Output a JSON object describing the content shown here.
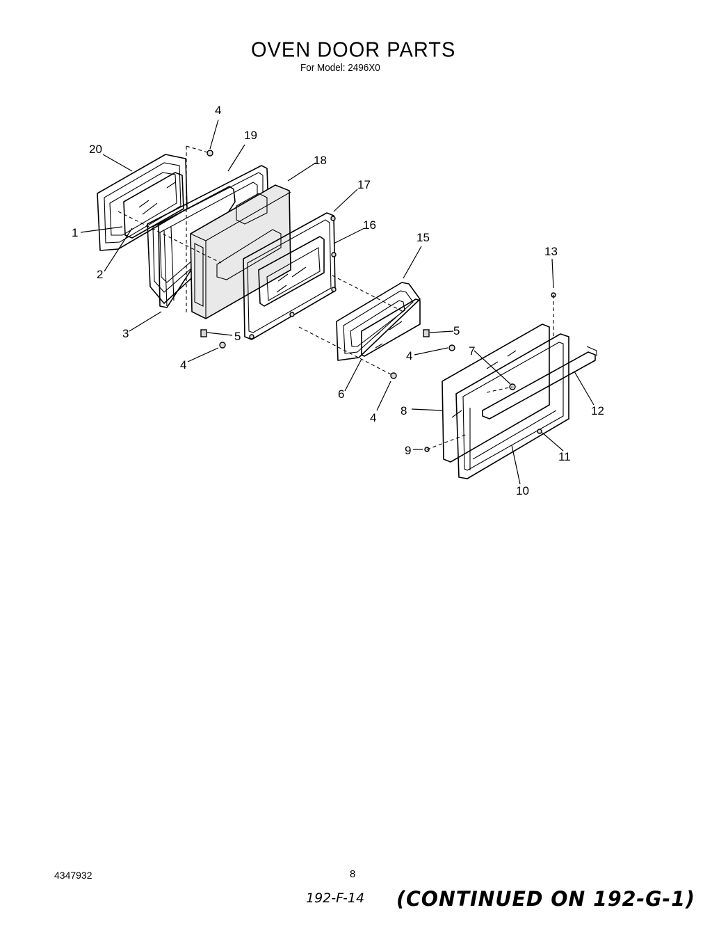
{
  "header": {
    "title": "OVEN DOOR PARTS",
    "subtitle": "For Model: 2496X0"
  },
  "callouts": [
    {
      "id": "c4a",
      "text": "4"
    },
    {
      "id": "c19",
      "text": "19"
    },
    {
      "id": "c20",
      "text": "20"
    },
    {
      "id": "c18",
      "text": "18"
    },
    {
      "id": "c17",
      "text": "17"
    },
    {
      "id": "c16",
      "text": "16"
    },
    {
      "id": "c1",
      "text": "1"
    },
    {
      "id": "c15",
      "text": "15"
    },
    {
      "id": "c2",
      "text": "2"
    },
    {
      "id": "c13",
      "text": "13"
    },
    {
      "id": "c3",
      "text": "3"
    },
    {
      "id": "c5a",
      "text": "5"
    },
    {
      "id": "c5b",
      "text": "5"
    },
    {
      "id": "c4b",
      "text": "4"
    },
    {
      "id": "c4c",
      "text": "4"
    },
    {
      "id": "c7",
      "text": "7"
    },
    {
      "id": "c6",
      "text": "6"
    },
    {
      "id": "c8",
      "text": "8"
    },
    {
      "id": "c12",
      "text": "12"
    },
    {
      "id": "c4d",
      "text": "4"
    },
    {
      "id": "c9",
      "text": "9"
    },
    {
      "id": "c11",
      "text": "11"
    },
    {
      "id": "c10",
      "text": "10"
    }
  ],
  "footer": {
    "doc_number": "4347932",
    "page_number": "8",
    "handwritten_code": "192-F-14",
    "continued_note": "(CONTINUED ON 192-G-1)"
  }
}
